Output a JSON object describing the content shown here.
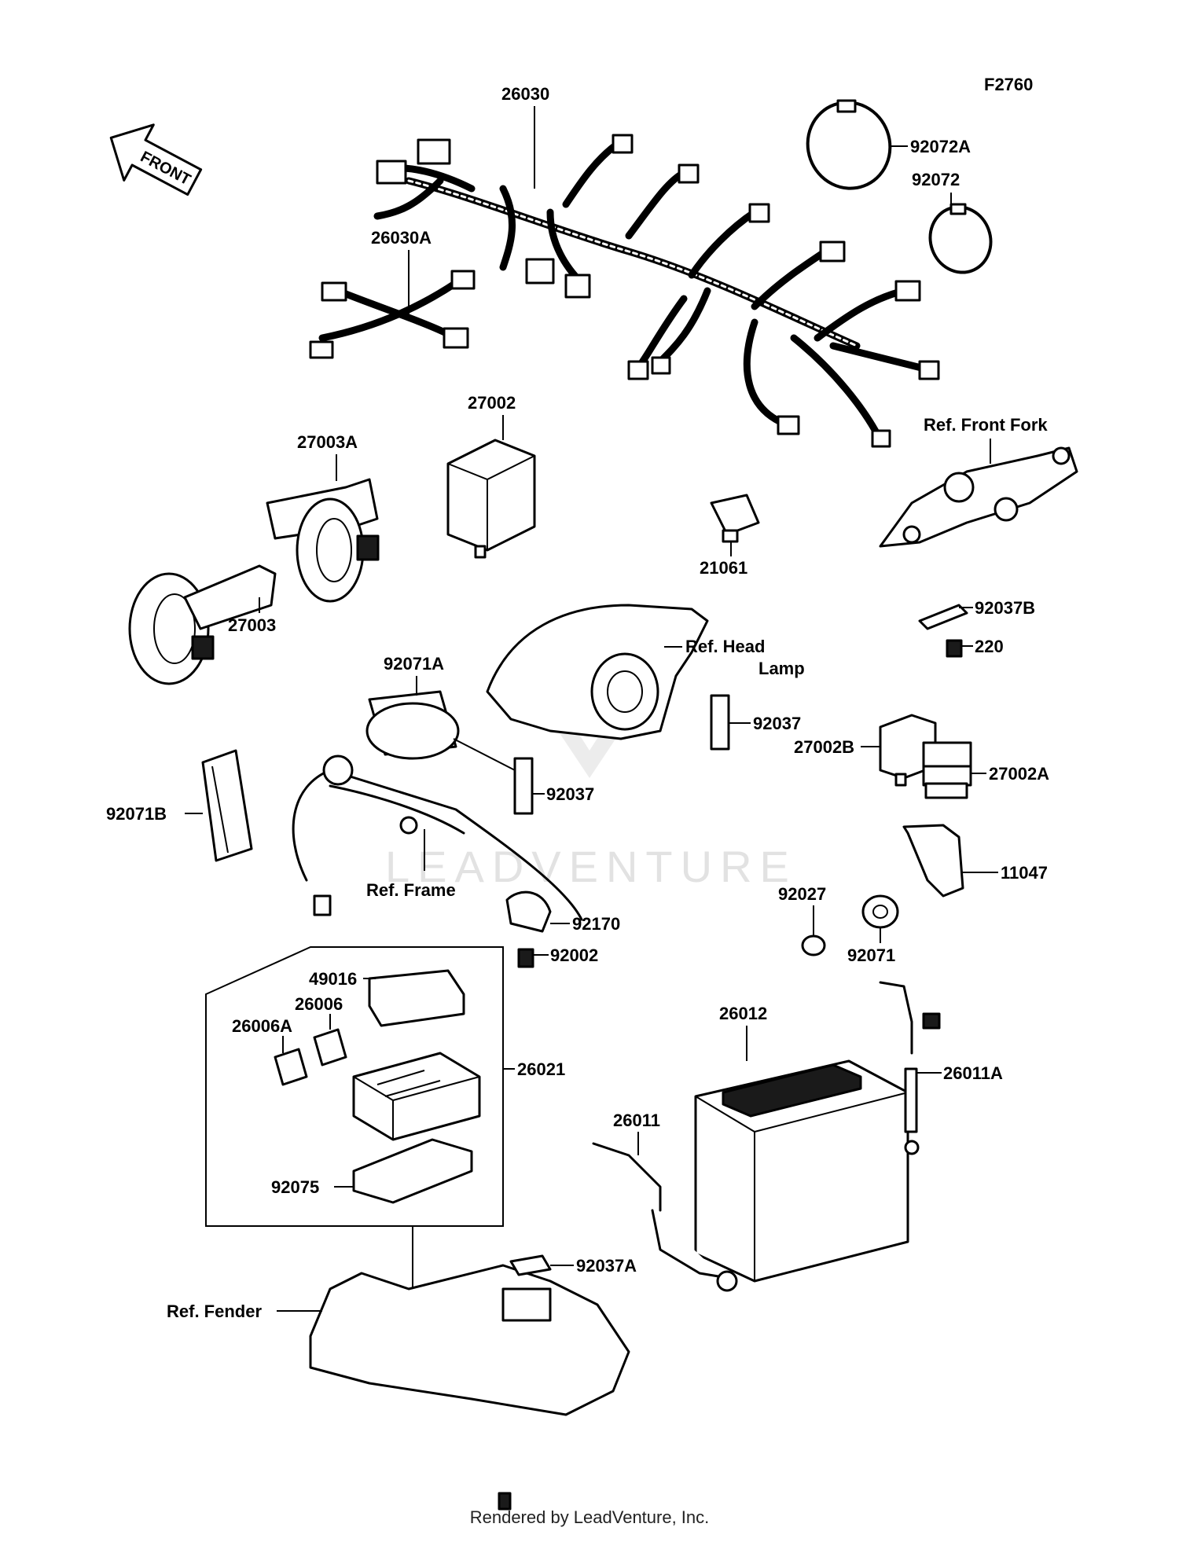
{
  "diagram_code": "F2760",
  "front_arrow": "FRONT",
  "watermark": "LEADVENTURE",
  "footer": "Rendered by LeadVenture, Inc.",
  "parts": {
    "p26030": "26030",
    "p92072A": "92072A",
    "p92072": "92072",
    "p26030A": "26030A",
    "p27002": "27002",
    "p27003A": "27003A",
    "p27003": "27003",
    "p21061": "21061",
    "p92037B": "92037B",
    "p220": "220",
    "p92071A": "92071A",
    "p92037_upper": "92037",
    "p92037_lower": "92037",
    "p27002B": "27002B",
    "p27002A": "27002A",
    "p92071B": "92071B",
    "p11047": "11047",
    "p92027": "92027",
    "p92071": "92071",
    "p92170": "92170",
    "p92002": "92002",
    "p49016": "49016",
    "p26006": "26006",
    "p26006A": "26006A",
    "p26021": "26021",
    "p26012": "26012",
    "p26011A": "26011A",
    "p26011": "26011",
    "p92075": "92075",
    "p92037A": "92037A"
  },
  "refs": {
    "front_fork": "Ref. Front Fork",
    "head_lamp_1": "Ref. Head",
    "head_lamp_2": "Lamp",
    "frame": "Ref. Frame",
    "fender": "Ref. Fender"
  }
}
